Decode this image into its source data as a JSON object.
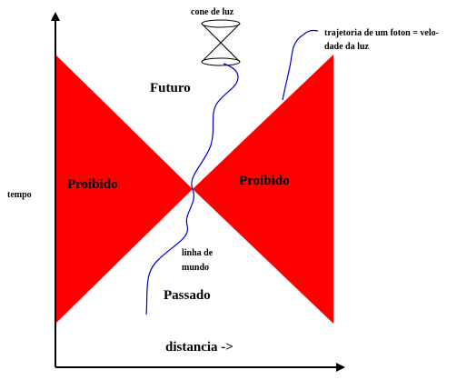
{
  "labels": {
    "y_axis": "tempo",
    "x_axis": "distancia ->",
    "future": "Futuro",
    "past": "Passado",
    "forbidden_left": "Proibido",
    "forbidden_right": "Proibido",
    "light_cone": "cone de luz",
    "world_line_line1": "linha de",
    "world_line_line2": "mundo",
    "photon_line1": "trajetoria de um foton = velo-",
    "photon_line2": "dade da luz"
  },
  "colors": {
    "forbidden_region": "#ff0000",
    "world_line": "#0000cc",
    "axes": "#000000",
    "background": "#ffffff"
  }
}
